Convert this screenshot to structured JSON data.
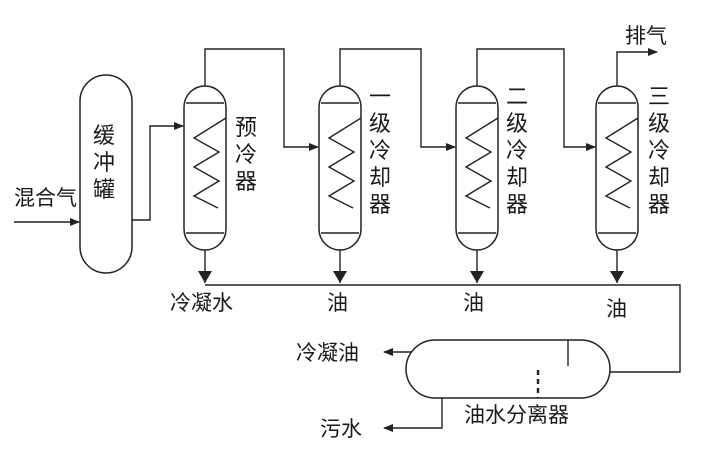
{
  "inputs": {
    "feed": "混合气"
  },
  "outputs": {
    "vent": "排气",
    "condensate_water": "冷凝水",
    "oil_1": "油",
    "oil_2": "油",
    "oil_3": "油",
    "condensed_oil": "冷凝油",
    "waste_water": "污水"
  },
  "equipment": {
    "buffer_tank": [
      "缓",
      "冲",
      "罐"
    ],
    "precooler": [
      "预",
      "冷",
      "器"
    ],
    "cooler_1": [
      "一",
      "级",
      "冷",
      "却",
      "器"
    ],
    "cooler_2": [
      "二",
      "级",
      "冷",
      "却",
      "器"
    ],
    "cooler_3": [
      "三",
      "级",
      "冷",
      "却",
      "器"
    ],
    "separator": "油水分离器"
  }
}
